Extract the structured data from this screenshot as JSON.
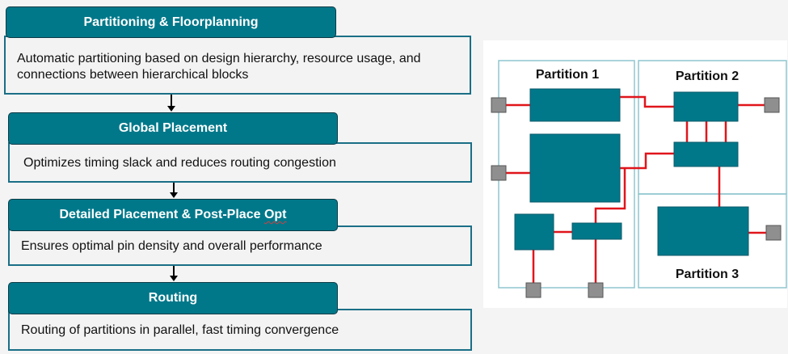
{
  "flow": {
    "steps": [
      {
        "title": "Partitioning & Floorplanning",
        "description": "Automatic partitioning based on design hierarchy, resource usage, and connections between hierarchical blocks"
      },
      {
        "title": "Global Placement",
        "description": "Optimizes timing slack and reduces routing congestion"
      },
      {
        "title_main": "Detailed Placement & Post-Place ",
        "title_tail": "Opt",
        "description": "Ensures optimal pin density and overall performance"
      },
      {
        "title": "Routing",
        "description": "Routing of partitions in parallel, fast timing convergence"
      }
    ]
  },
  "diagram": {
    "partition_labels": [
      "Partition 1",
      "Partition 2",
      "Partition 3"
    ],
    "colors": {
      "block": "#00788a",
      "wire": "#e0151b",
      "pin": "#8f8f8f",
      "partition_border": "#8fc6cf",
      "header": "#00788a"
    }
  }
}
